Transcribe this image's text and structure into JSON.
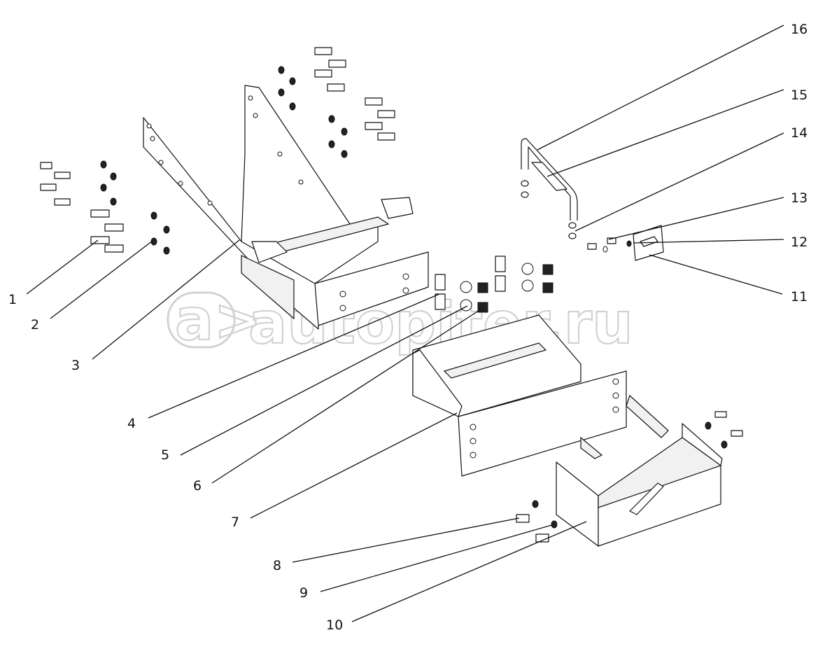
{
  "watermark": {
    "logo_glyph": "a>",
    "text": "autopiter.ru",
    "color": "#d2d2d2"
  },
  "callouts": [
    {
      "id": "1",
      "label": "1"
    },
    {
      "id": "2",
      "label": "2"
    },
    {
      "id": "3",
      "label": "3"
    },
    {
      "id": "4",
      "label": "4"
    },
    {
      "id": "5",
      "label": "5"
    },
    {
      "id": "6",
      "label": "6"
    },
    {
      "id": "7",
      "label": "7"
    },
    {
      "id": "8",
      "label": "8"
    },
    {
      "id": "9",
      "label": "9"
    },
    {
      "id": "10",
      "label": "10"
    },
    {
      "id": "11",
      "label": "11"
    },
    {
      "id": "12",
      "label": "12"
    },
    {
      "id": "13",
      "label": "13"
    },
    {
      "id": "14",
      "label": "14"
    },
    {
      "id": "15",
      "label": "15"
    },
    {
      "id": "16",
      "label": "16"
    }
  ],
  "colors": {
    "line": "#111111",
    "background": "#ffffff"
  }
}
